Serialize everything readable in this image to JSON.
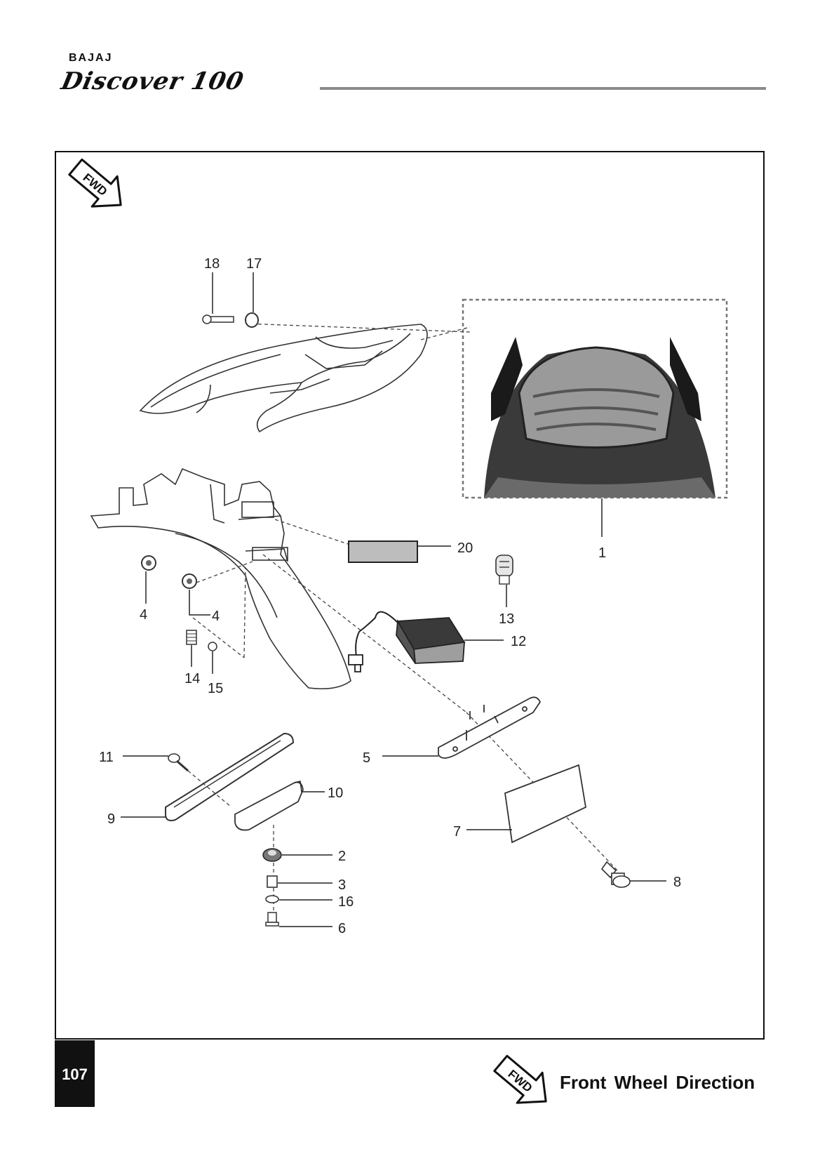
{
  "header": {
    "brand": "BAJAJ",
    "model": "Discover 100"
  },
  "fwd_symbol": {
    "text": "FWD"
  },
  "callouts": {
    "c1": "1",
    "c2": "2",
    "c3": "3",
    "c4a": "4",
    "c4b": "4",
    "c5": "5",
    "c6": "6",
    "c7": "7",
    "c8": "8",
    "c9": "9",
    "c10": "10",
    "c11": "11",
    "c12": "12",
    "c13": "13",
    "c14": "14",
    "c15": "15",
    "c16": "16",
    "c17": "17",
    "c18": "18",
    "c20": "20"
  },
  "footer": {
    "page_number": "107",
    "legend": "Front Wheel Direction"
  }
}
